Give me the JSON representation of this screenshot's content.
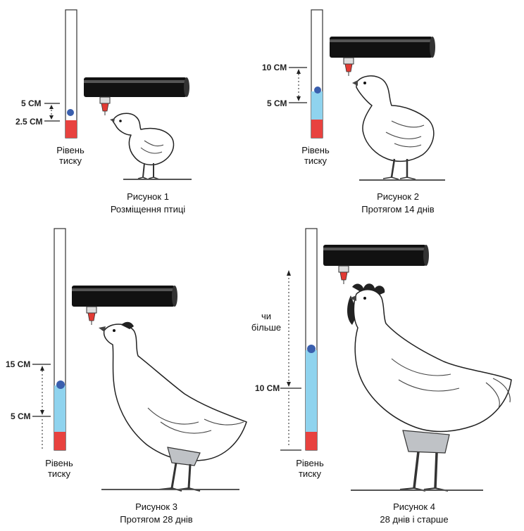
{
  "panels": [
    {
      "caption_line1": "Рисунок 1",
      "caption_line2": "Розміщення птиці",
      "pressure_line1": "Рівень",
      "pressure_line2": "тиску",
      "upper_mark": "5 СМ",
      "lower_mark": "2.5 СМ"
    },
    {
      "caption_line1": "Рисунок 2",
      "caption_line2": "Протягом 14 днів",
      "pressure_line1": "Рівень",
      "pressure_line2": "тиску",
      "upper_mark": "10 СМ",
      "lower_mark": "5 СМ"
    },
    {
      "caption_line1": "Рисунок 3",
      "caption_line2": "Протягом 28 днів",
      "pressure_line1": "Рівень",
      "pressure_line2": "тиску",
      "upper_mark": "15 СМ",
      "lower_mark": "5 СМ"
    },
    {
      "caption_line1": "Рисунок 4",
      "caption_line2": "28 днів і старше",
      "pressure_line1": "Рівень",
      "pressure_line2": "тиску",
      "upper_mark": "10 СМ",
      "or_more_line1": "чи",
      "or_more_line2": "більше"
    }
  ],
  "colors": {
    "water": "#8fd3ee",
    "red_level": "#e8423f",
    "ball": "#3a5fae",
    "nipple": "#e23a33",
    "pipe": "#111111"
  }
}
